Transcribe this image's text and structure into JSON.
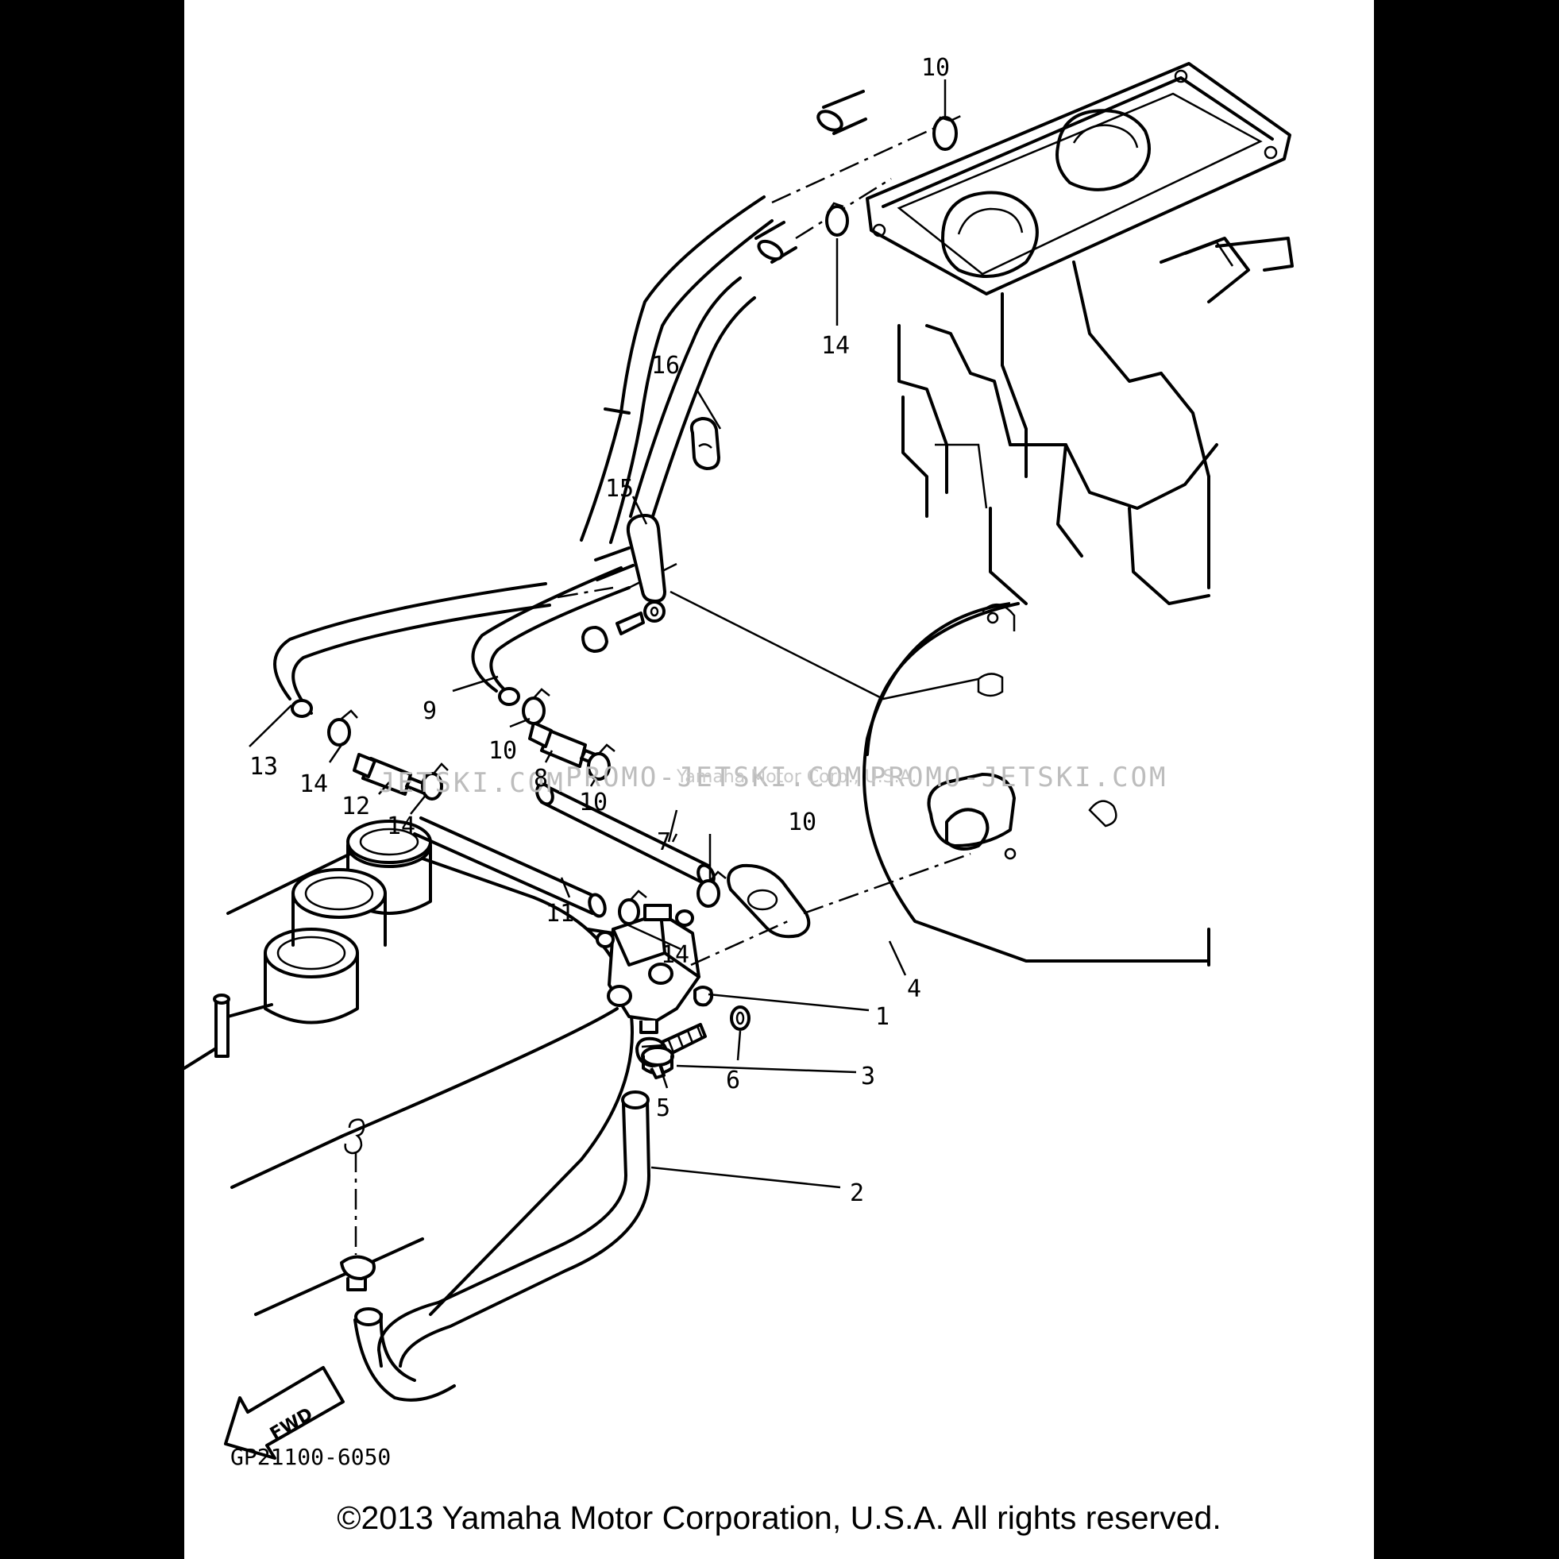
{
  "diagram": {
    "part_labels": {
      "p1": "1",
      "p2": "2",
      "p3": "3",
      "p4": "4",
      "p5": "5",
      "p6": "6",
      "p7": "7",
      "p8": "8",
      "p9": "9",
      "p10a": "10",
      "p10b": "10",
      "p10c": "10",
      "p10d": "10",
      "p11": "11",
      "p12": "12",
      "p13": "13",
      "p14a": "14",
      "p14b": "14",
      "p14c": "14",
      "p14d": "14",
      "p15": "15",
      "p16": "16"
    },
    "direction_arrow": "FWD",
    "drawing_code": "GP21100-6050"
  },
  "watermark": {
    "left": "JETSKI.COM",
    "middle": "PROMO-JETSKI.COM",
    "right": "PROMO-JETSKI.COM",
    "faint": "Yamaha Motor Corp., U.S.A."
  },
  "copyright": "©2013 Yamaha Motor Corporation, U.S.A. All rights reserved."
}
